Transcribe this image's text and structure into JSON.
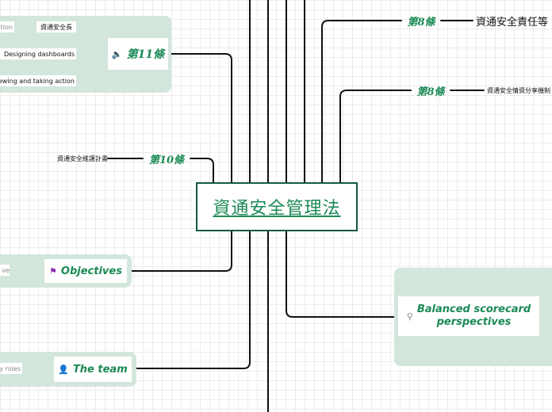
{
  "central_topic": "資通安全管理法",
  "topics": {
    "art8a": {
      "label": "第8條",
      "child": "資通安全責任等"
    },
    "art8b": {
      "label": "第8條",
      "child": "資通安全情資分享機制"
    },
    "art10": {
      "label": "第10條",
      "child": "資通安全維護計畫"
    },
    "art11": {
      "label": "第11條",
      "icon": "speaker-icon",
      "children": [
        "tion",
        "資通安全長",
        "Designing dashboards",
        "ewing and taking action"
      ]
    },
    "objectives": {
      "label": "Objectives",
      "icon": "flag-icon",
      "child": "ve"
    },
    "team": {
      "label": "The team",
      "icon": "person-icon",
      "child": "y roles"
    },
    "balanced": {
      "label_line1": "Balanced scorecard",
      "label_line2": "perspectives",
      "icon": "magnifier-icon"
    }
  },
  "colors": {
    "accent_green": "#1b8a55",
    "dark_green_border": "#145a3c",
    "group_fill": "#d3e6dc",
    "connector": "#111111",
    "flag": "#8e2bb0"
  }
}
